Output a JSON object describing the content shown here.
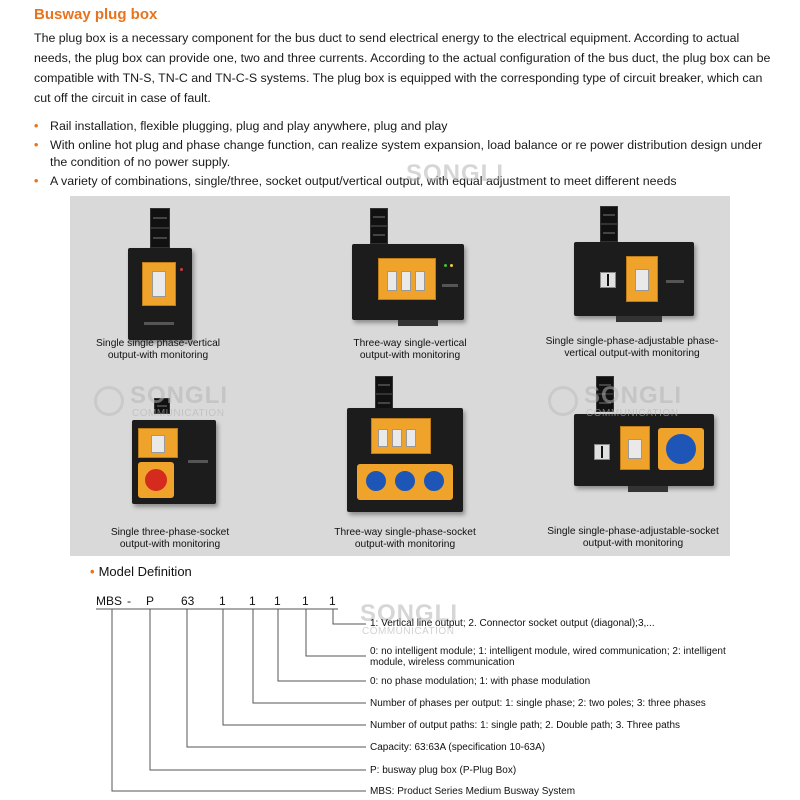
{
  "title": "Busway plug box",
  "intro": "The plug box is a necessary component for the bus duct to send electrical energy to the electrical equipment. According to actual needs, the plug box can provide one, two and three currents. According to the actual configuration of the bus duct, the plug box can be compatible with TN-S, TN-C and TN-C-S systems. The plug box is equipped with the corresponding type of circuit breaker, which can cut off the circuit in case of fault.",
  "bullet_glyph": "•",
  "bullets": [
    "Rail installation, flexible plugging, plug and play anywhere, plug and play",
    "With online hot plug and phase change function, can realize system expansion, load balance or re power distribution design under the condition of no power supply.",
    "A variety of combinations, single/three, socket output/vertical output, with equal adjustment to meet different needs"
  ],
  "products": [
    {
      "caption_1": "Single single phase-vertical",
      "caption_2": "output-with monitoring"
    },
    {
      "caption_1": "Three-way single-vertical",
      "caption_2": "output-with monitoring"
    },
    {
      "caption_1": "Single single-phase-adjustable phase-",
      "caption_2": "vertical output-with monitoring"
    },
    {
      "caption_1": "Single three-phase-socket",
      "caption_2": "output-with monitoring"
    },
    {
      "caption_1": "Three-way single-phase-socket",
      "caption_2": "output-with monitoring"
    },
    {
      "caption_1": "Single single-phase-adjustable-socket",
      "caption_2": "output-with monitoring"
    }
  ],
  "watermark": {
    "name": "SONGLI",
    "sub": "COMMUNICATION"
  },
  "model": {
    "heading": "Model Definition",
    "code": [
      "MBS",
      "-",
      "P",
      "63",
      "1",
      "1",
      "1",
      "1",
      "1"
    ],
    "definitions": [
      "1: Vertical line output; 2. Connector socket output (diagonal);3,...",
      "0: no intelligent module; 1: intelligent module, wired communication; 2: intelligent",
      "module, wireless communication",
      "0: no phase modulation; 1: with phase modulation",
      "Number of phases per output: 1: single phase; 2: two poles; 3: three phases",
      "Number of output paths: 1: single path; 2. Double path; 3. Three paths",
      "Capacity: 63:63A (specification 10-63A)",
      "P: busway plug box (P-Plug Box)",
      "MBS: Product Series Medium Busway System"
    ]
  },
  "colors": {
    "accent": "#e8731e",
    "panel_bg": "#d9d9d9",
    "box": "#1c1c1c",
    "socket_blue": "#1e56b8",
    "socket_red": "#d52b1e"
  }
}
